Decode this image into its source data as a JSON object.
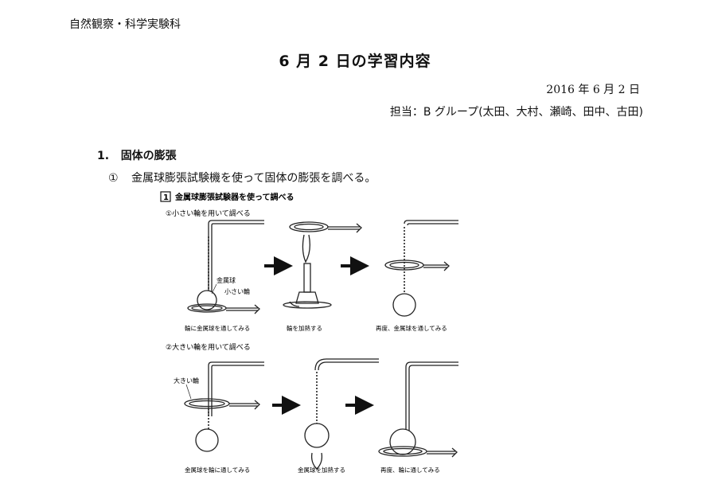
{
  "subject": "自然観察・科学実験科",
  "title": "6 月 2 日の学習内容",
  "date": "2016 年 6 月 2 日",
  "author": "担当：B グループ(太田、大村、瀬崎、田中、古田)",
  "section": {
    "number": "1.",
    "heading": "固体の膨張"
  },
  "item": {
    "number": "①",
    "text": "金属球膨張試験機を使って固体の膨張を調べる。"
  },
  "figure": {
    "heading": "金属球膨張試験器を使って調べる",
    "heading_num": "1",
    "part1": {
      "title": "①小さい輪を用いて調べる",
      "label_ball": "金属球",
      "label_ring": "小さい輪",
      "captions": [
        "輪に金属球を通してみる",
        "輪を加熱する",
        "再度、金属球を通してみる"
      ]
    },
    "part2": {
      "title": "②大きい輪を用いて調べる",
      "label_ring": "大きい輪",
      "captions": [
        "金属球を輪に通してみる",
        "金属球を加熱する",
        "再度、輪に通してみる"
      ]
    }
  }
}
